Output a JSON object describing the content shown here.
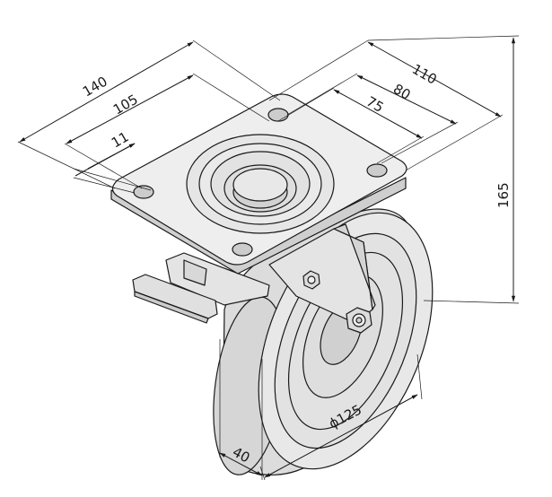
{
  "dimensions": {
    "plate_length_overall": "140",
    "plate_length_holes": "105",
    "hole_diameter": "11",
    "plate_width_overall": "110",
    "plate_width_holes_outer": "80",
    "plate_width_holes_inner": "75",
    "total_height": "165",
    "wheel_diameter": "ϕ125",
    "wheel_width": "40"
  },
  "colors": {
    "line": "#1a1a1a",
    "plate": "#e6e6e6",
    "plate_top": "#eeeeee",
    "wheel": "#dcdcdc",
    "wheel_face": "#e8e8e8",
    "bracket": "#e2e2e2",
    "background": "#ffffff"
  }
}
